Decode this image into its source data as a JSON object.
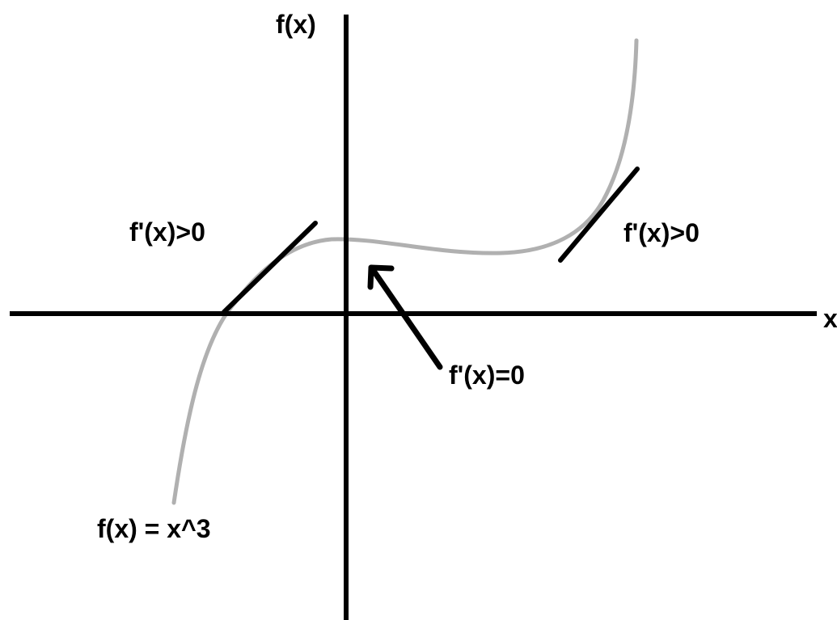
{
  "labels": {
    "y_axis": "f(x)",
    "x_axis": "x",
    "left_slope": "f'(x)>0",
    "right_slope": "f'(x)>0",
    "zero_slope": "f'(x)=0",
    "function": "f(x) = x^3"
  },
  "colors": {
    "curve": "#b0b0b0",
    "axes": "#000000",
    "tangents": "#000000",
    "text": "#000000"
  },
  "icons": {
    "pointer": "arrow-icon"
  }
}
